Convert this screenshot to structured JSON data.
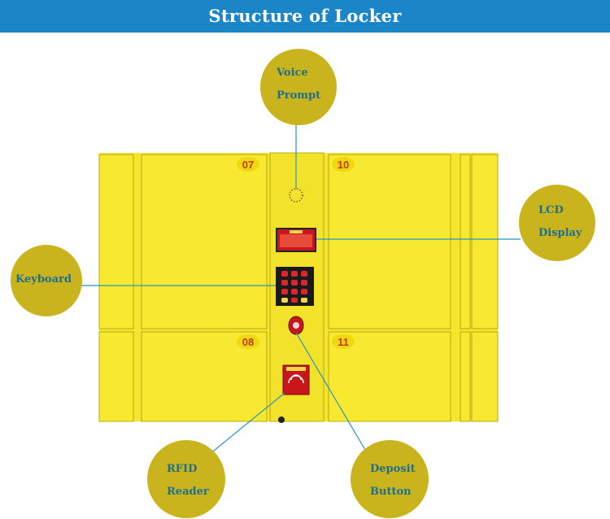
{
  "title": "Structure of Locker",
  "colors": {
    "header": "#1a86c8",
    "bubble": "#c9b41e",
    "bubble_text": "#1f6f8b",
    "locker_body": "#f7e82e",
    "leader_line": "#2a94c4",
    "door_number": "#c0392b"
  },
  "door_numbers": {
    "top_left": "07",
    "top_right": "10",
    "bottom_left": "08",
    "bottom_right": "11"
  },
  "callouts": {
    "voice_prompt": {
      "line1": "Voice",
      "line2": "Prompt"
    },
    "lcd_display": {
      "line1": "LCD",
      "line2": "Display"
    },
    "keyboard": {
      "label": "Keyboard"
    },
    "rfid_reader": {
      "line1": "RFID",
      "line2": "Reader"
    },
    "deposit_button": {
      "line1": "Deposit",
      "line2": "Button"
    }
  }
}
